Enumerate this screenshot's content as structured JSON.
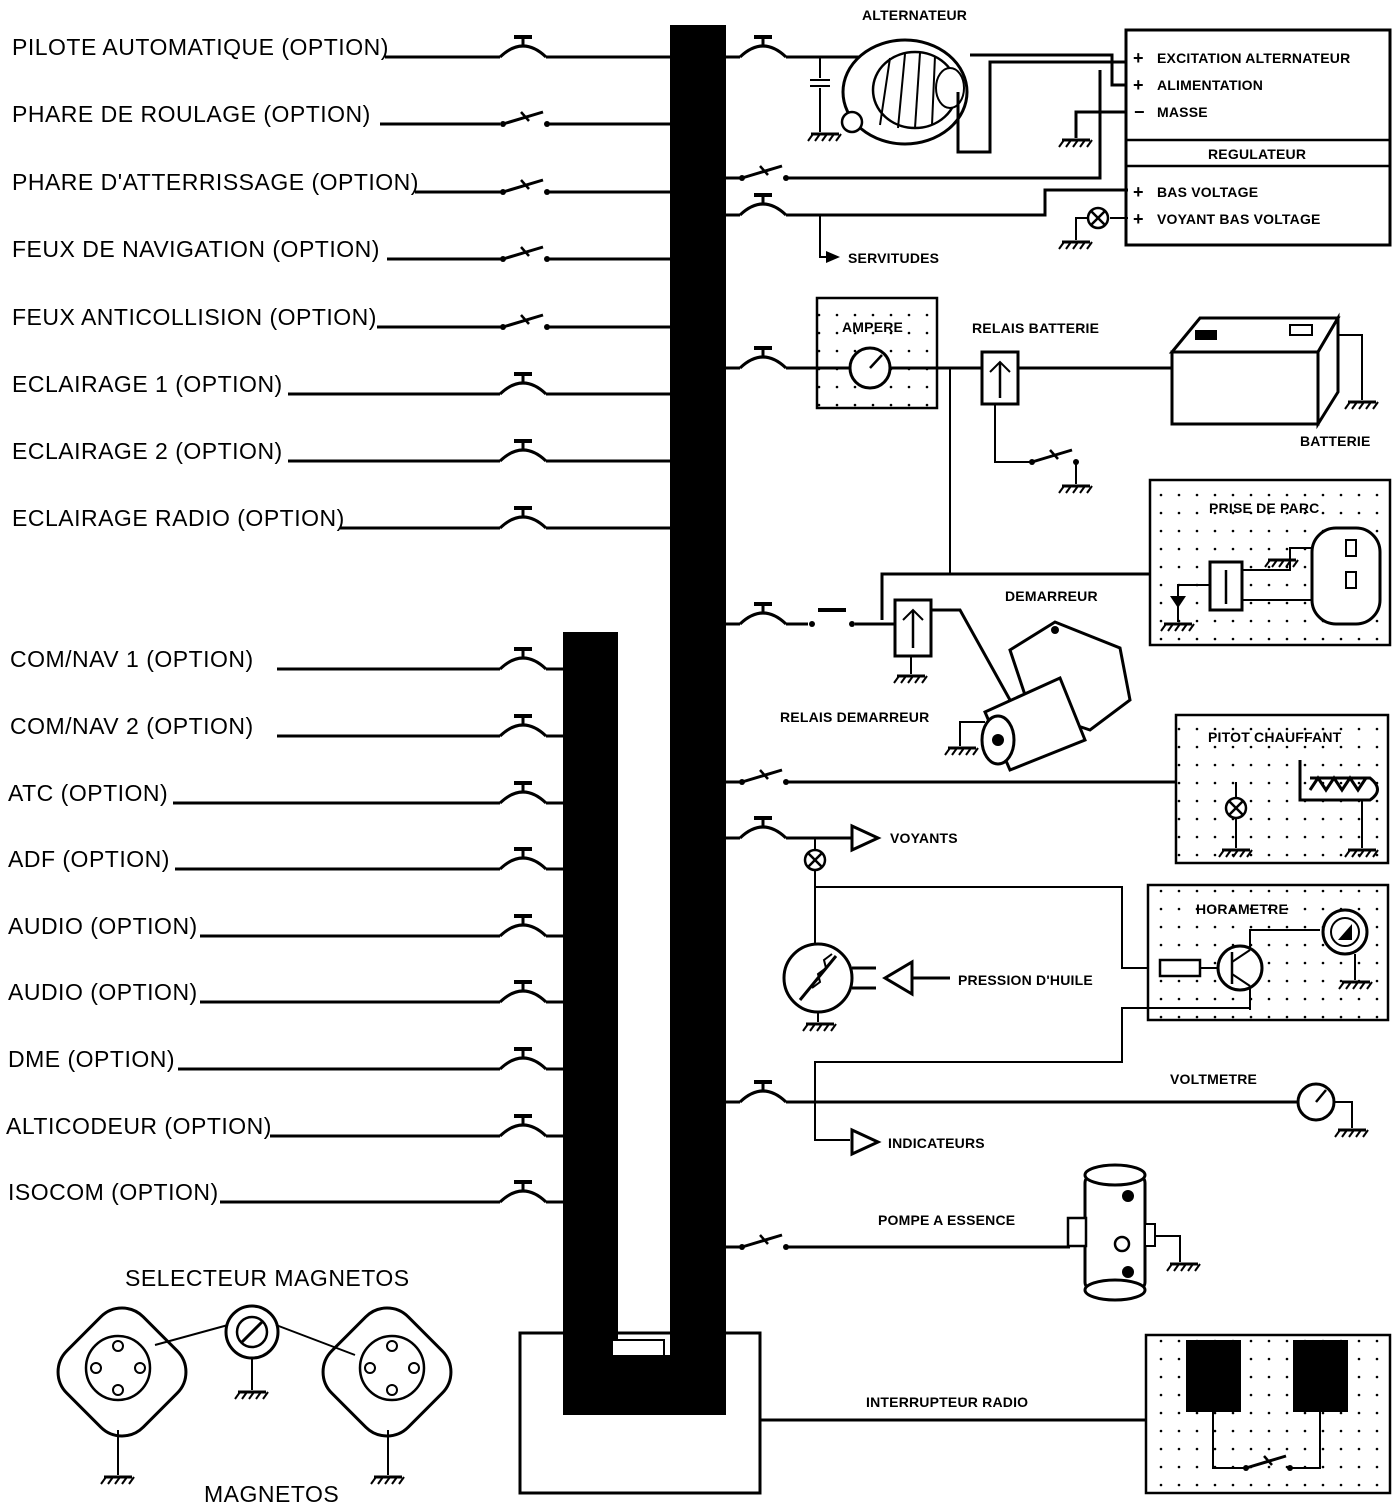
{
  "colors": {
    "ink": "#000000",
    "paper": "#ffffff"
  },
  "left_breakers_top": [
    "PILOTE AUTOMATIQUE (OPTION)",
    "PHARE DE ROULAGE (OPTION)",
    "PHARE D'ATTERRISSAGE (OPTION)",
    "FEUX DE NAVIGATION (OPTION)",
    "FEUX ANTICOLLISION (OPTION)",
    "ECLAIRAGE 1 (OPTION)",
    "ECLAIRAGE 2 (OPTION)",
    "ECLAIRAGE RADIO (OPTION)"
  ],
  "left_breakers_avionics": [
    "COM/NAV 1 (OPTION)",
    "COM/NAV 2 (OPTION)",
    "ATC (OPTION)",
    "ADF (OPTION)",
    "AUDIO (OPTION)",
    "AUDIO (OPTION)",
    "DME (OPTION)",
    "ALTICODEUR (OPTION)",
    "ISOCOM (OPTION)"
  ],
  "magnetos": {
    "selector": "SELECTEUR MAGNETOS",
    "label": "MAGNETOS"
  },
  "alternator": {
    "label": "ALTERNATEUR"
  },
  "regulator": {
    "terminals_top": [
      {
        "sign": "+",
        "text": "EXCITATION ALTERNATEUR"
      },
      {
        "sign": "+",
        "text": "ALIMENTATION"
      },
      {
        "sign": "−",
        "text": "MASSE"
      }
    ],
    "title": "REGULATEUR",
    "terminals_bottom": [
      {
        "sign": "+",
        "text": "BAS VOLTAGE"
      },
      {
        "sign": "+",
        "text": "VOYANT BAS VOLTAGE"
      }
    ]
  },
  "right_labels": {
    "servitudes": "SERVITUDES",
    "ampere": "AMPERE",
    "relais_batterie": "RELAIS BATTERIE",
    "batterie": "BATTERIE",
    "prise_de_parc": "PRISE DE PARC",
    "demarreur": "DEMARREUR",
    "relais_demarreur": "RELAIS DEMARREUR",
    "pitot": "PITOT CHAUFFANT",
    "voyants": "VOYANTS",
    "horametre": "HORAMETRE",
    "pression": "PRESSION D'HUILE",
    "voltmetre": "VOLTMETRE",
    "indicateurs": "INDICATEURS",
    "pompe": "POMPE A ESSENCE",
    "interrupteur_radio": "INTERRUPTEUR RADIO"
  }
}
